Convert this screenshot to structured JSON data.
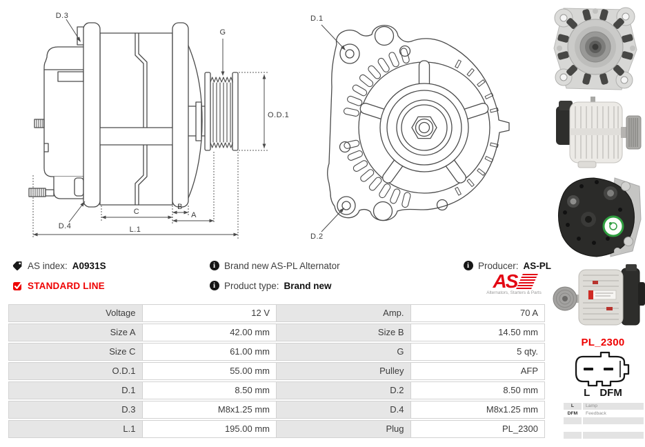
{
  "header": {
    "as_index": {
      "label": "AS index:",
      "value": "A0931S"
    },
    "line": {
      "label": "STANDARD LINE"
    },
    "description": "Brand new AS-PL Alternator",
    "product_type": {
      "label": "Product type:",
      "value": "Brand new"
    },
    "producer": {
      "label": "Producer:",
      "value": "AS-PL"
    },
    "logo": {
      "text": "AS",
      "tagline": "Alternators, Starters & Parts"
    }
  },
  "diagrams": {
    "side_view": {
      "labels": {
        "d3": "D.3",
        "g": "G",
        "od1": "O.D.1",
        "d4": "D.4",
        "c": "C",
        "b": "B",
        "a": "A",
        "l1": "L.1"
      }
    },
    "front_view": {
      "labels": {
        "d1": "D.1",
        "d2": "D.2"
      }
    }
  },
  "spec_table": {
    "rows": [
      [
        {
          "label": "Voltage",
          "value": "12 V"
        },
        {
          "label": "Amp.",
          "value": "70 A"
        }
      ],
      [
        {
          "label": "Size A",
          "value": "42.00 mm"
        },
        {
          "label": "Size B",
          "value": "14.50 mm"
        }
      ],
      [
        {
          "label": "Size C",
          "value": "61.00 mm"
        },
        {
          "label": "G",
          "value": "5 qty."
        }
      ],
      [
        {
          "label": "O.D.1",
          "value": "55.00 mm"
        },
        {
          "label": "Pulley",
          "value": "AFP"
        }
      ],
      [
        {
          "label": "D.1",
          "value": "8.50 mm"
        },
        {
          "label": "D.2",
          "value": "8.50 mm"
        }
      ],
      [
        {
          "label": "D.3",
          "value": "M8x1.25 mm"
        },
        {
          "label": "D.4",
          "value": "M8x1.25 mm"
        }
      ],
      [
        {
          "label": "L.1",
          "value": "195.00 mm"
        },
        {
          "label": "Plug",
          "value": "PL_2300"
        }
      ]
    ]
  },
  "plug": {
    "name": "PL_2300",
    "pin_left": "L",
    "pin_right": "DFM",
    "legend": [
      {
        "key": "L",
        "desc": "Lamp"
      },
      {
        "key": "DFM",
        "desc": "Feedback"
      },
      {
        "key": "",
        "desc": ""
      },
      {
        "key": "",
        "desc": ""
      },
      {
        "key": "",
        "desc": ""
      }
    ]
  },
  "colors": {
    "accent_red": "#ee0000",
    "logo_red": "#e30613",
    "table_label_bg": "#e6e6e6",
    "table_border": "#d2d2d2",
    "drawing_line": "#4a4a4a"
  }
}
